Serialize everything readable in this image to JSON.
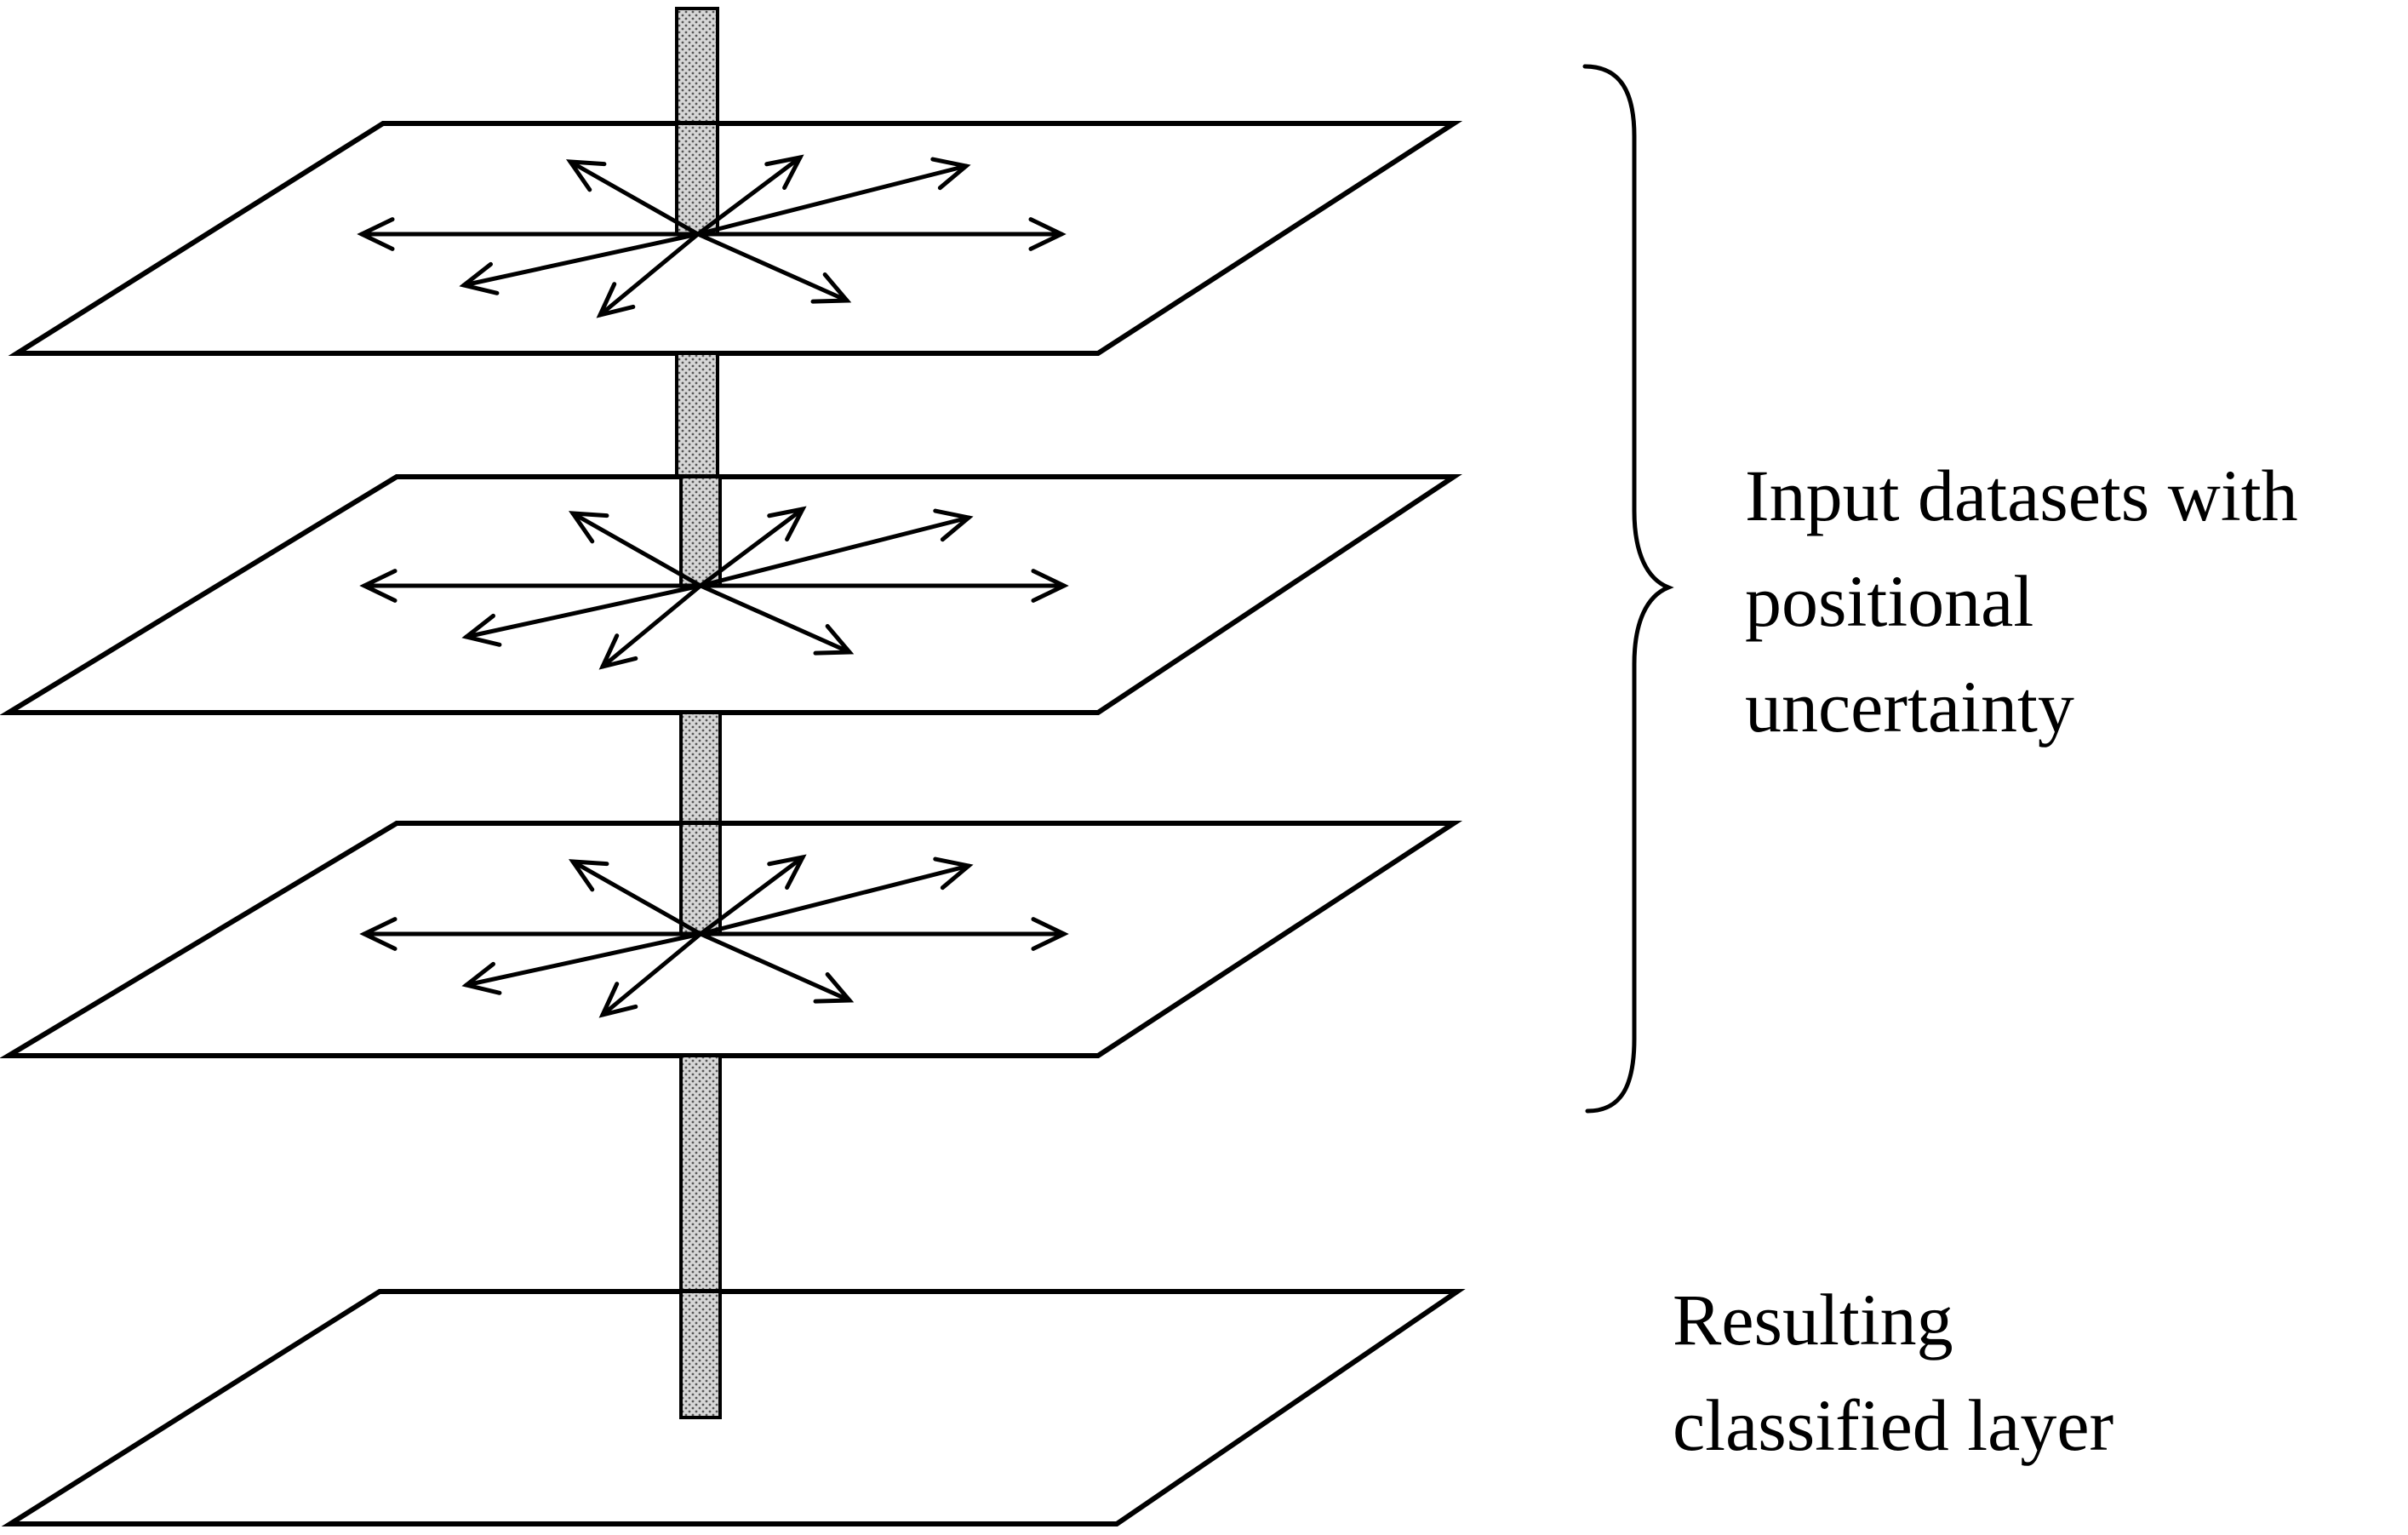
{
  "labels": {
    "inputs": {
      "lines": [
        "Input datasets with",
        "positional",
        "uncertainty"
      ]
    },
    "result": {
      "lines": [
        "Resulting",
        "classified layer"
      ]
    }
  },
  "colors": {
    "line": "#000000",
    "plane_fill": "#ffffff",
    "rod_fill": "#c8c8c8",
    "background": "#ffffff"
  },
  "icons": [
    "uncertainty-arrows-icon"
  ]
}
